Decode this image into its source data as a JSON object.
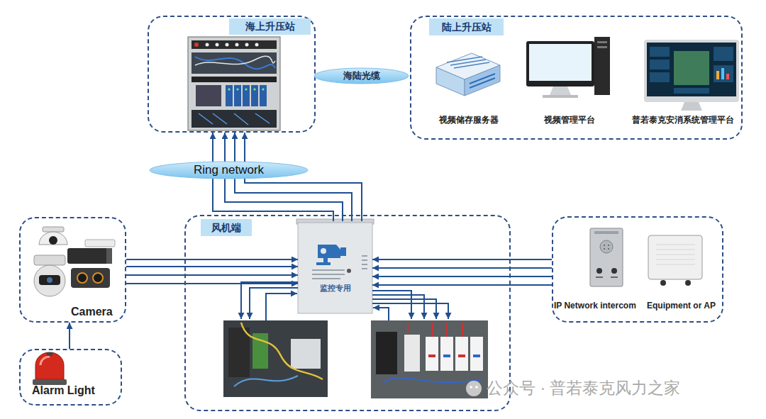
{
  "diagram": {
    "nodes": [
      {
        "text": [
          "海上升压站"
        ]
      },
      {
        "text": [
          "海陆光缆"
        ]
      },
      {
        "text": [
          "陆上升压站"
        ]
      },
      {
        "text": [
          "视频储存服务器"
        ],
        "in": 2
      },
      {
        "text": [
          "视频管理平台"
        ],
        "in": 2
      },
      {
        "text": [
          "普若泰克安消系统管理平台"
        ],
        "in": 2
      },
      {
        "text": [
          "Ring network"
        ]
      },
      {
        "text": [
          "Camera"
        ]
      },
      {
        "text": [
          "风机端"
        ]
      },
      {
        "text": [
          "监控专用"
        ],
        "in": 8
      },
      {
        "text": [
          "IP Network intercom",
          "Equipment or AP"
        ]
      },
      {
        "text": [
          "Alarm Light"
        ]
      }
    ],
    "edges": [
      {
        "from": 9,
        "to": 0,
        "arrow": "to"
      },
      {
        "from": 9,
        "to": 0,
        "arrow": "to"
      },
      {
        "from": 9,
        "to": 0,
        "arrow": "to"
      },
      {
        "from": 9,
        "to": 0,
        "arrow": "to"
      },
      {
        "from": 7,
        "to": 9,
        "arrow": "to"
      },
      {
        "from": 7,
        "to": 9,
        "arrow": "to"
      },
      {
        "from": 7,
        "to": 9,
        "arrow": "to"
      },
      {
        "from": 7,
        "to": 9,
        "arrow": "to"
      },
      {
        "from": 10,
        "to": 9,
        "arrow": "to"
      },
      {
        "from": 10,
        "to": 9,
        "arrow": "to"
      },
      {
        "from": 10,
        "to": 9,
        "arrow": "to"
      },
      {
        "from": 10,
        "to": 9,
        "arrow": "to"
      },
      {
        "from": 11,
        "to": 7,
        "arrow": "to"
      }
    ],
    "labels": [
      "公众号 · 普若泰克风力之家"
    ]
  }
}
